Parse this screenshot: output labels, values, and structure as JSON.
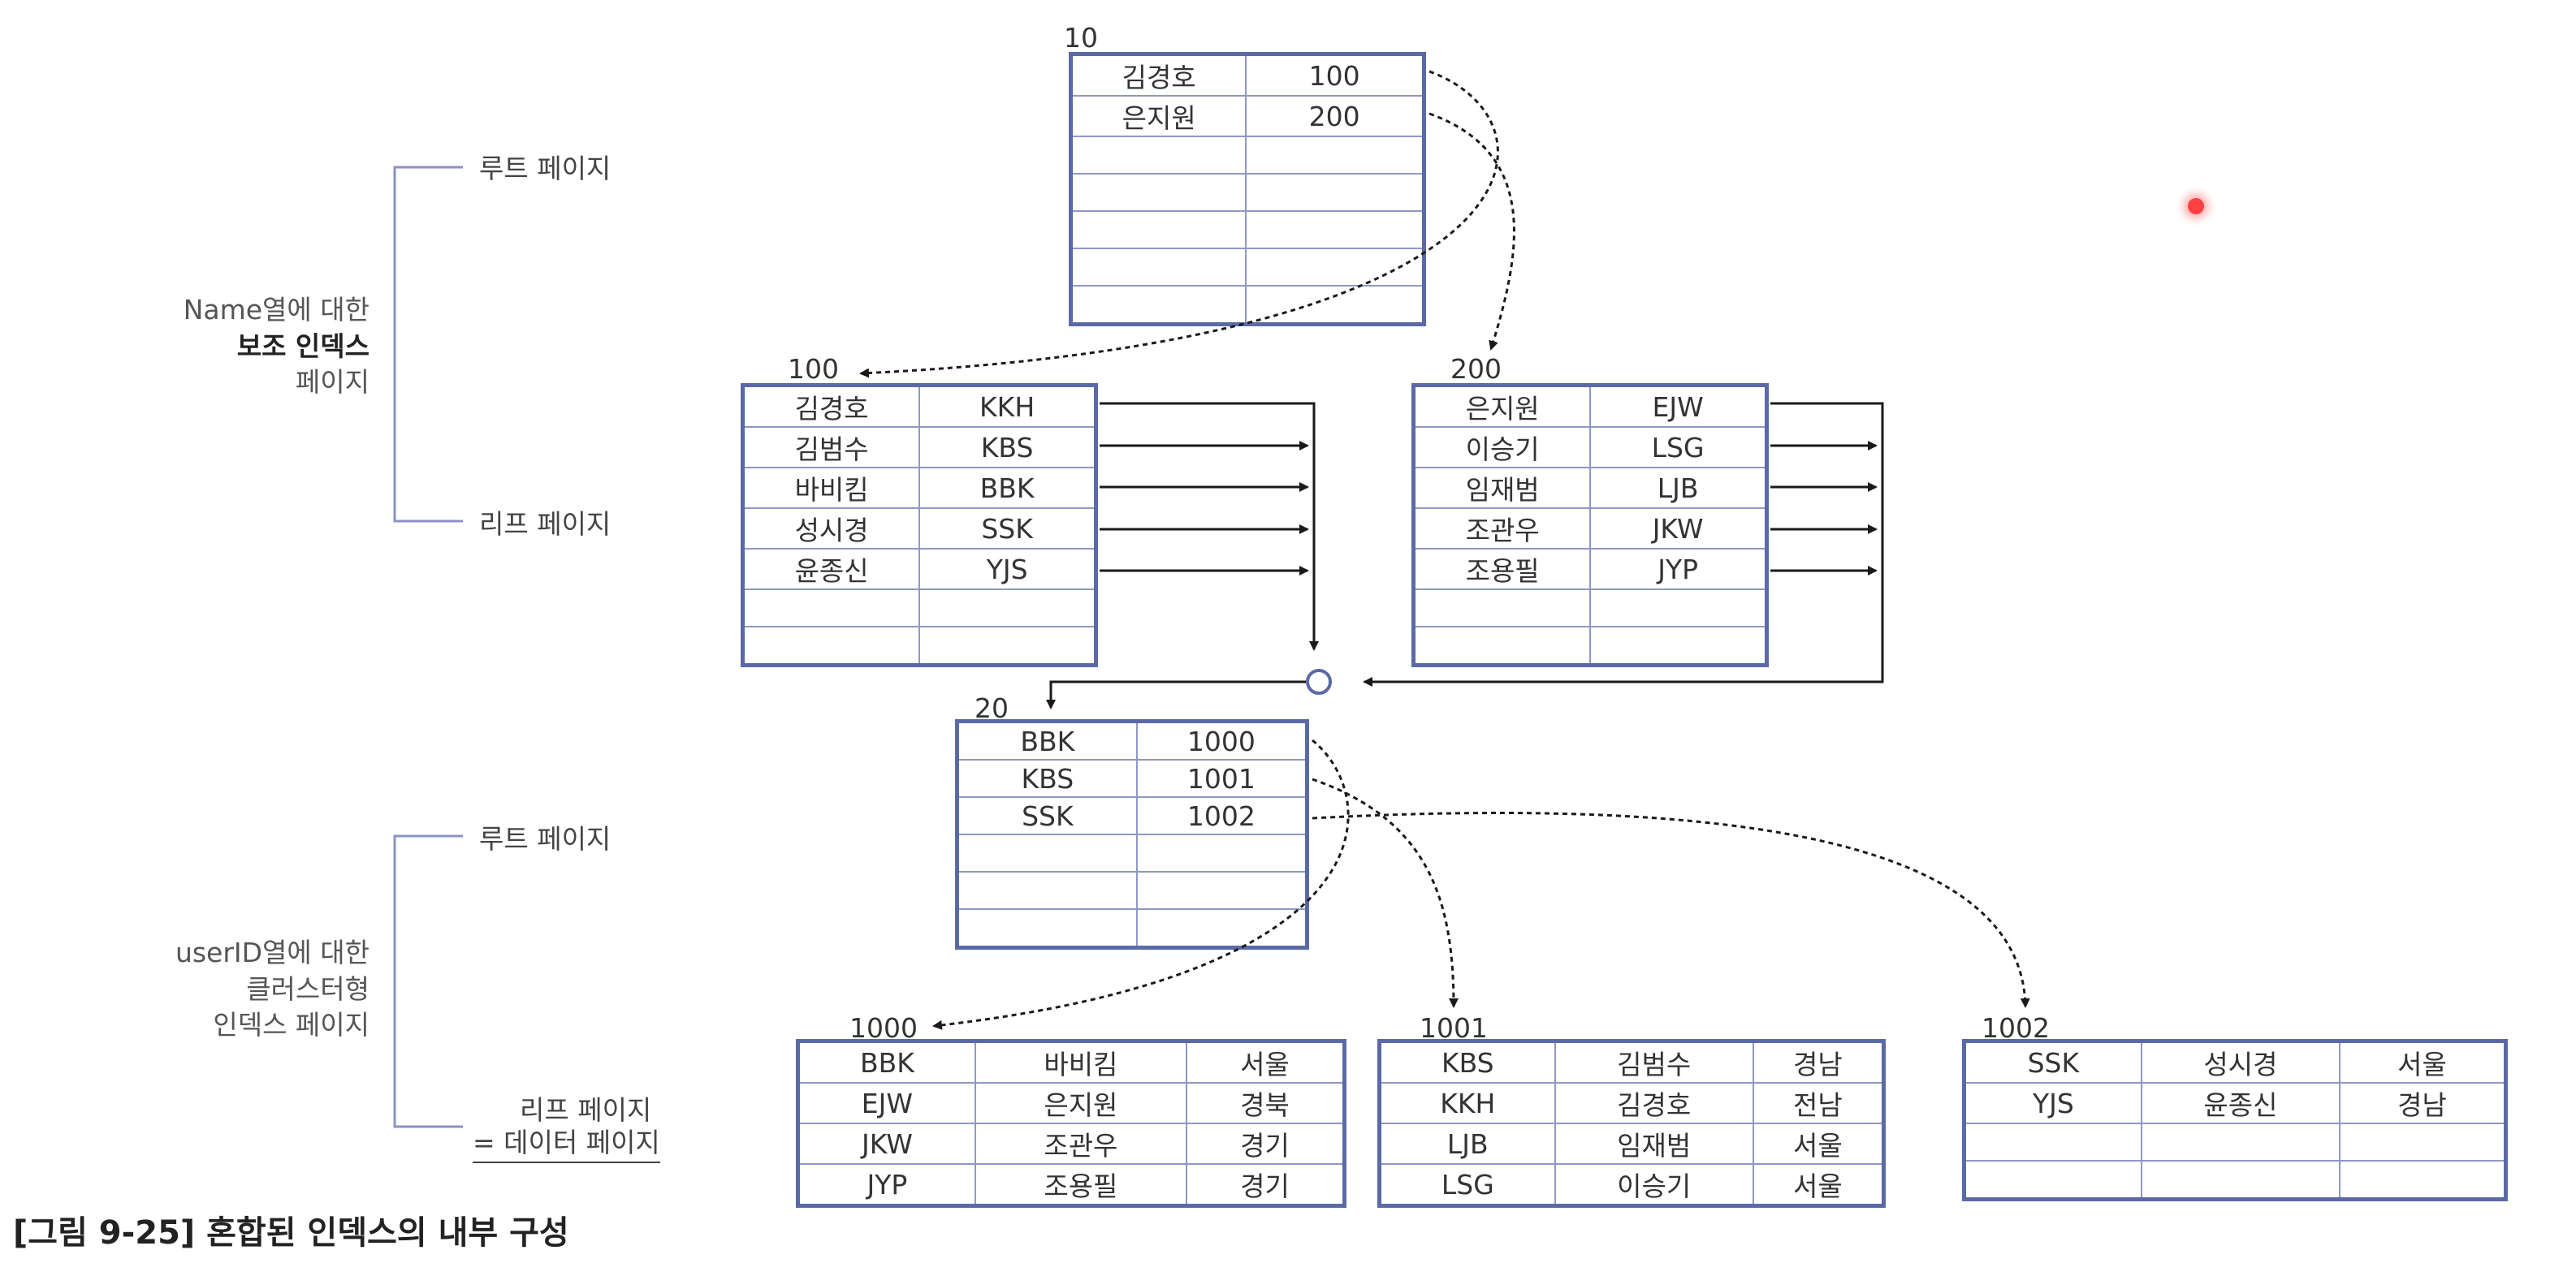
{
  "left_labels": {
    "group1_root": "루트 페이지",
    "group1_title_line1": "Name열에 대한",
    "group1_title_line2": "보조 인덱스",
    "group1_title_line3": "페이지",
    "group1_leaf": "리프 페이지",
    "group2_root": "루트 페이지",
    "group2_title_line1": "userID열에 대한",
    "group2_title_line2": "클러스터형",
    "group2_title_line3": "인덱스 페이지",
    "group2_leaf": "리프 페이지",
    "group2_leaf2": "= 데이터 페이지"
  },
  "pages": {
    "p10": {
      "number": "10",
      "rows": [
        [
          "김경호",
          "100"
        ],
        [
          "은지원",
          "200"
        ],
        [
          "",
          ""
        ],
        [
          "",
          ""
        ],
        [
          "",
          ""
        ],
        [
          "",
          ""
        ],
        [
          "",
          ""
        ]
      ]
    },
    "p100": {
      "number": "100",
      "rows": [
        [
          "김경호",
          "KKH"
        ],
        [
          "김범수",
          "KBS"
        ],
        [
          "바비킴",
          "BBK"
        ],
        [
          "성시경",
          "SSK"
        ],
        [
          "윤종신",
          "YJS"
        ],
        [
          "",
          ""
        ],
        [
          "",
          ""
        ]
      ]
    },
    "p200": {
      "number": "200",
      "rows": [
        [
          "은지원",
          "EJW"
        ],
        [
          "이승기",
          "LSG"
        ],
        [
          "임재범",
          "LJB"
        ],
        [
          "조관우",
          "JKW"
        ],
        [
          "조용필",
          "JYP"
        ],
        [
          "",
          ""
        ],
        [
          "",
          ""
        ]
      ]
    },
    "p20": {
      "number": "20",
      "rows": [
        [
          "BBK",
          "1000"
        ],
        [
          "KBS",
          "1001"
        ],
        [
          "SSK",
          "1002"
        ],
        [
          "",
          ""
        ],
        [
          "",
          ""
        ],
        [
          "",
          ""
        ]
      ]
    },
    "p1000": {
      "number": "1000",
      "rows": [
        [
          "BBK",
          "바비킴",
          "서울"
        ],
        [
          "EJW",
          "은지원",
          "경북"
        ],
        [
          "JKW",
          "조관우",
          "경기"
        ],
        [
          "JYP",
          "조용필",
          "경기"
        ]
      ]
    },
    "p1001": {
      "number": "1001",
      "rows": [
        [
          "KBS",
          "김범수",
          "경남"
        ],
        [
          "KKH",
          "김경호",
          "전남"
        ],
        [
          "LJB",
          "임재범",
          "서울"
        ],
        [
          "LSG",
          "이승기",
          "서울"
        ]
      ]
    },
    "p1002": {
      "number": "1002",
      "rows": [
        [
          "SSK",
          "성시경",
          "서울"
        ],
        [
          "YJS",
          "윤종신",
          "경남"
        ],
        [
          "",
          "",
          ""
        ],
        [
          "",
          "",
          ""
        ]
      ]
    }
  },
  "caption": "[그림 9-25] 혼합된 인덱스의 내부 구성",
  "colors": {
    "table_border": "#5b6aa6",
    "grid_line": "#8e98c4",
    "bracket": "#8a93c0",
    "arrow": "#1a1a1a"
  }
}
